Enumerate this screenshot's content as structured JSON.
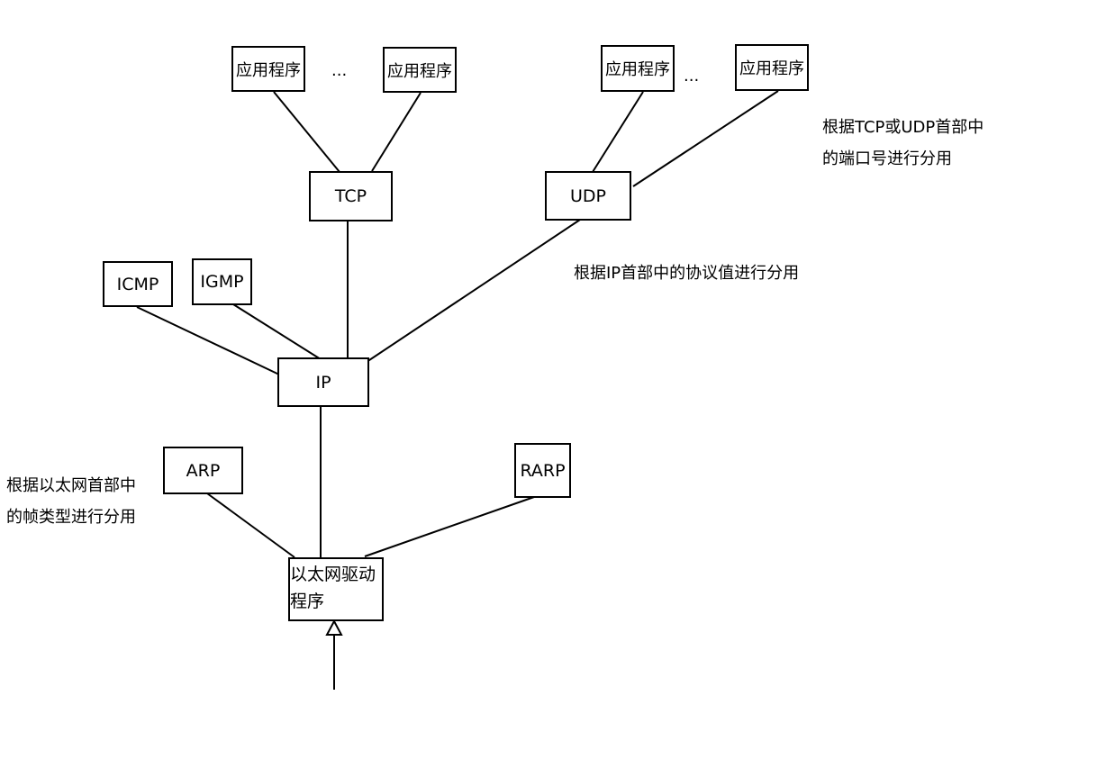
{
  "nodes": {
    "app1": "应用程序",
    "app2": "应用程序",
    "app3": "应用程序",
    "app4": "应用程序",
    "ellipsis_tcp": "...",
    "ellipsis_udp": "...",
    "tcp": "TCP",
    "udp": "UDP",
    "icmp": "ICMP",
    "igmp": "IGMP",
    "ip": "IP",
    "arp": "ARP",
    "rarp": "RARP",
    "ethernet_driver_line1": "以太网驱动",
    "ethernet_driver_line2": "程序"
  },
  "annotations": {
    "port_demux_line1": "根据TCP或UDP首部中",
    "port_demux_line2": "的端口号进行分用",
    "ip_demux": "根据IP首部中的协议值进行分用",
    "frame_demux_line1": "根据以太网首部中",
    "frame_demux_line2": "的帧类型进行分用"
  }
}
